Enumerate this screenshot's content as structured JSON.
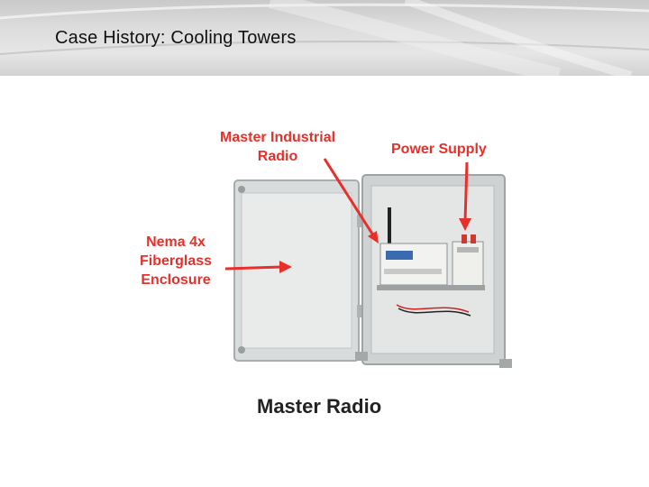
{
  "slide": {
    "title": "Case History: Cooling Towers"
  },
  "figure": {
    "callouts": {
      "master_radio_line1": "Master Industrial",
      "master_radio_line2": "Radio",
      "power_supply": "Power Supply",
      "enclosure_line1": "Nema 4x",
      "enclosure_line2": "Fiberglass",
      "enclosure_line3": "Enclosure"
    },
    "caption": "Master Radio",
    "accent_color": "#e8302a"
  }
}
